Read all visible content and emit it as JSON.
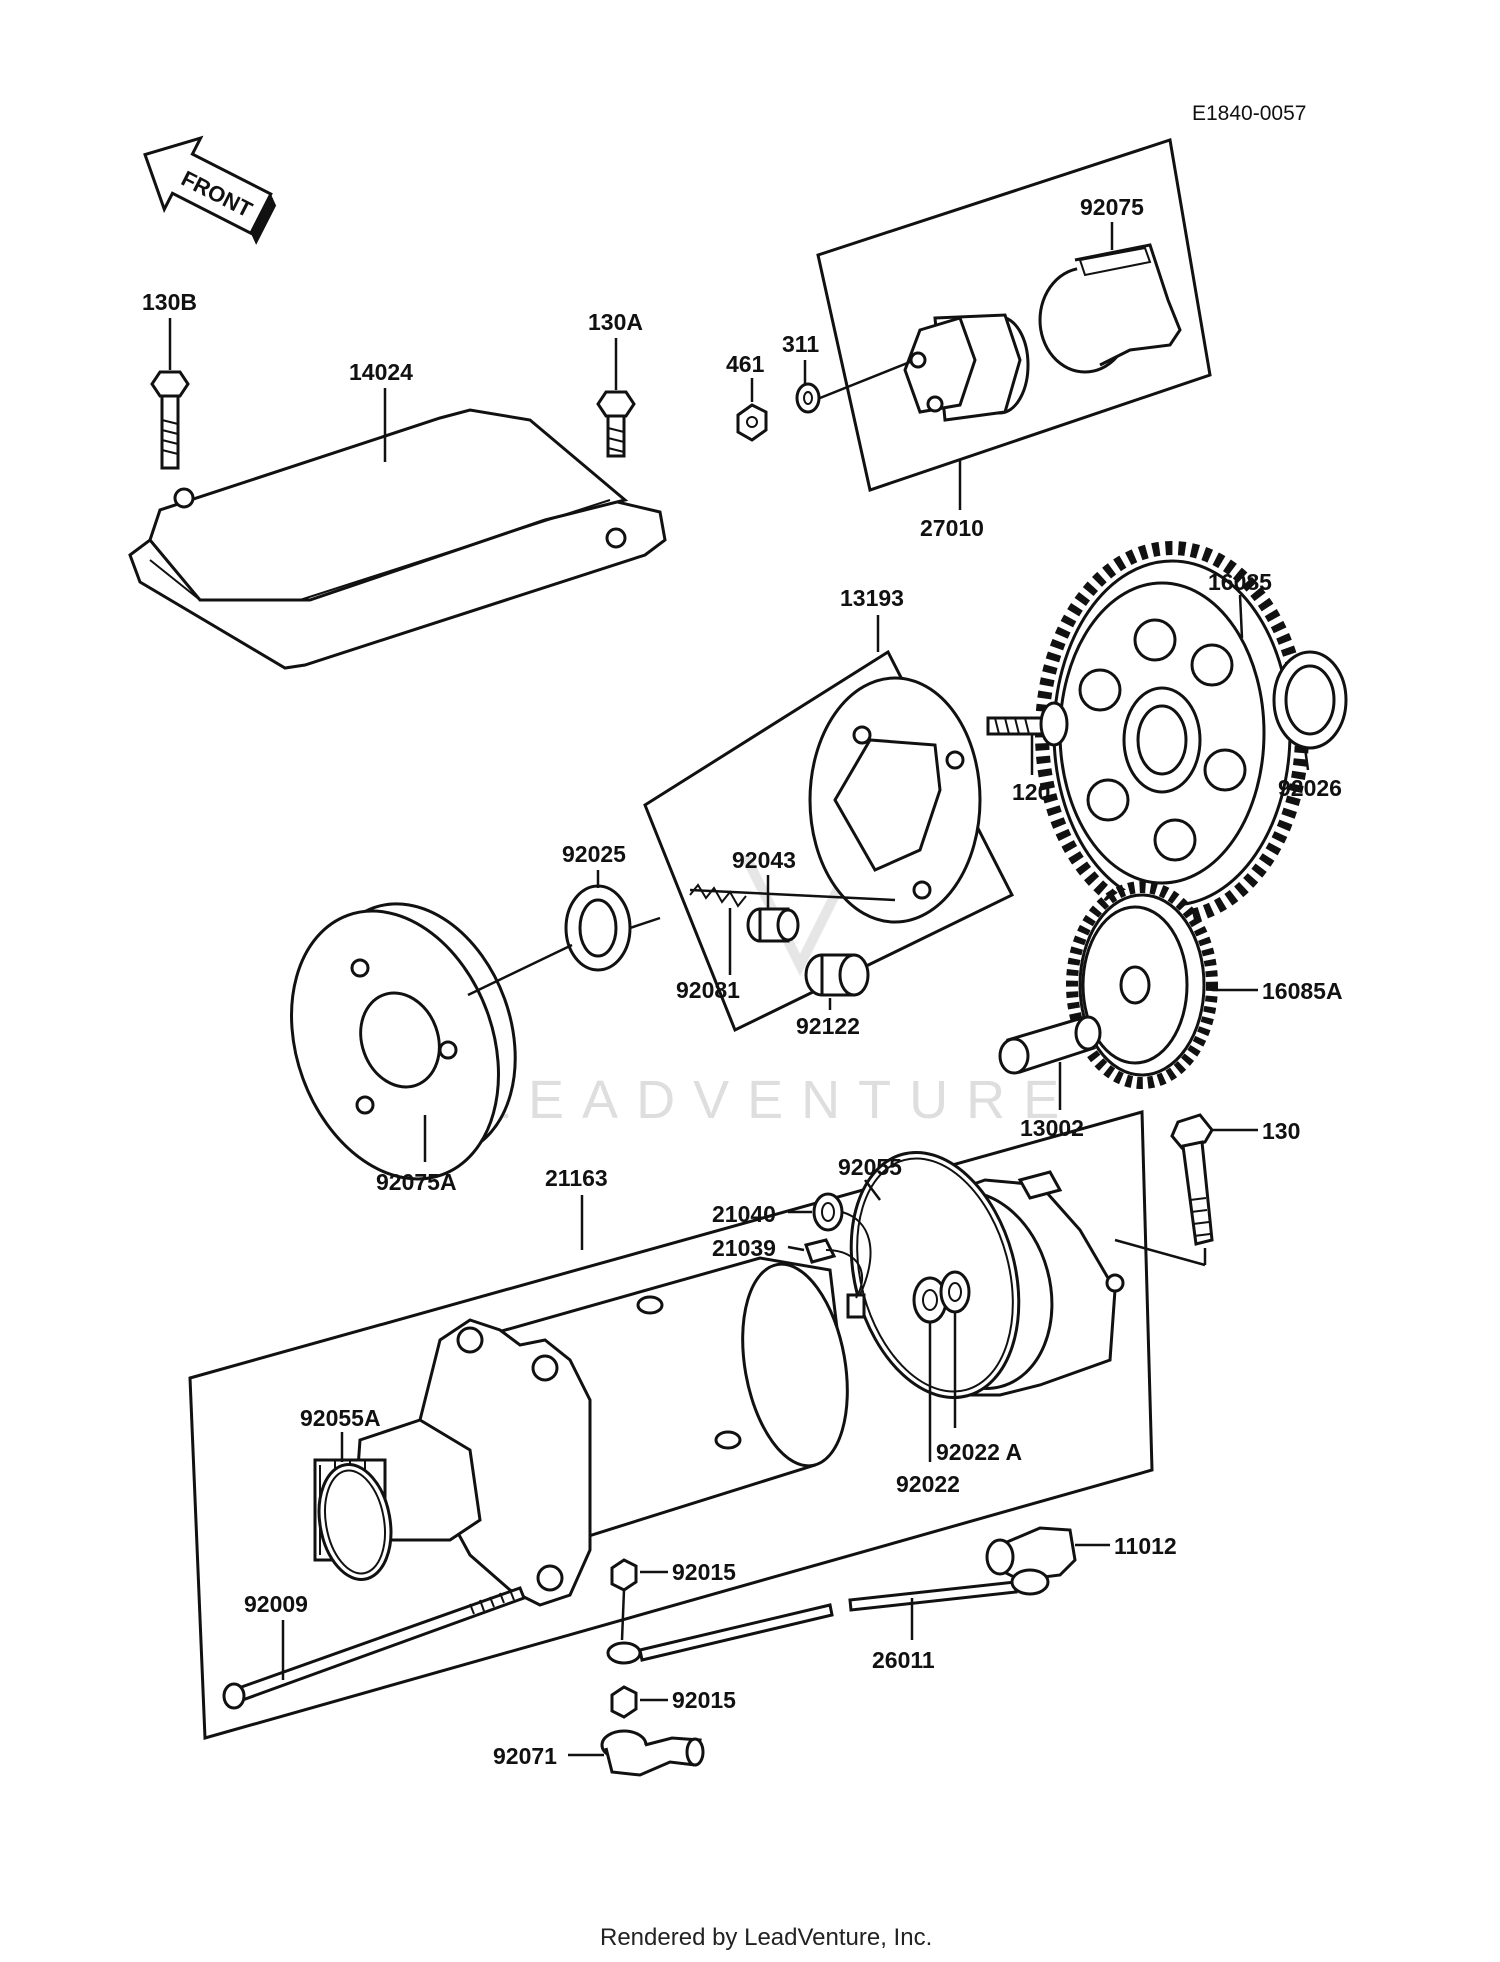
{
  "diagram_code": "E1840-0057",
  "front_label": "FRONT",
  "watermark": "LEADVENTURE",
  "footer": "Rendered by LeadVenture, Inc.",
  "parts": {
    "p130B": "130B",
    "p14024": "14024",
    "p130A": "130A",
    "p461": "461",
    "p311": "311",
    "p92075": "92075",
    "p27010": "27010",
    "p13193": "13193",
    "p16085": "16085",
    "p120": "120",
    "p92026": "92026",
    "p92025": "92025",
    "p92043": "92043",
    "p92081": "92081",
    "p92122": "92122",
    "p16085A": "16085A",
    "p13002": "13002",
    "p92075A": "92075A",
    "p21163": "21163",
    "p92055": "92055",
    "p21040": "21040",
    "p21039": "21039",
    "p130": "130",
    "p92055A": "92055A",
    "p92022A": "92022 A",
    "p92022": "92022",
    "p11012": "11012",
    "p92015a": "92015",
    "p92009": "92009",
    "p26011": "26011",
    "p92015b": "92015",
    "p92071": "92071"
  }
}
